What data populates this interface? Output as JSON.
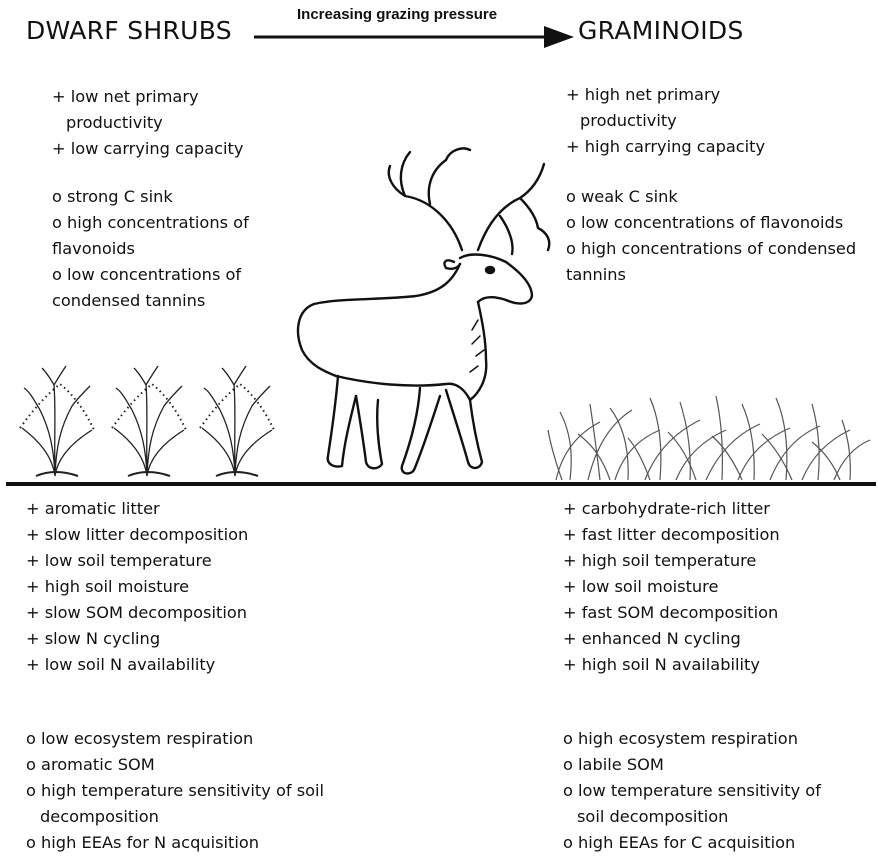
{
  "header": {
    "left_title": "DWARF SHRUBS",
    "right_title": "GRAMINOIDS",
    "arrow_label": "Increasing grazing pressure"
  },
  "left_top": {
    "group1": [
      "+ low net primary",
      "productivity",
      "+ low carrying capacity"
    ],
    "group2": [
      "o strong C sink",
      "o high concentrations of",
      "flavonoids",
      "o low concentrations of",
      "condensed tannins"
    ]
  },
  "right_top": {
    "group1": [
      "+ high net primary",
      "productivity",
      "+ high carrying capacity"
    ],
    "group2": [
      "o weak C sink",
      "o low concentrations of flavonoids",
      "o high concentrations of condensed",
      "tannins"
    ]
  },
  "left_bottom": {
    "group1": [
      "+ aromatic litter",
      "+ slow litter decomposition",
      "+ low soil  temperature",
      "+ high soil moisture",
      "+ slow SOM decomposition",
      "+ slow N cycling",
      "+ low soil  N availability"
    ],
    "group2": [
      "o low ecosystem  respiration",
      "o aromatic SOM",
      "o high temperature sensitivity of soil",
      "decomposition",
      "o high EEAs for N acquisition"
    ]
  },
  "right_bottom": {
    "group1": [
      "+ carbohydrate-rich litter",
      "+ fast litter decomposition",
      "+ high soil temperature",
      "+ low soil  moisture",
      "+ fast SOM decomposition",
      "+ enhanced  N cycling",
      "+ high soil N availability"
    ],
    "group2": [
      "o high ecosystem respiration",
      "o labile  SOM",
      "o low temperature sensitivity of",
      "soil decomposition",
      "o high EEAs for C acquisition"
    ]
  },
  "illustration": {
    "animal_icon": "reindeer-icon",
    "shrub_icon": "dwarf-shrub-icon",
    "grass_icon": "graminoid-grass-icon"
  }
}
